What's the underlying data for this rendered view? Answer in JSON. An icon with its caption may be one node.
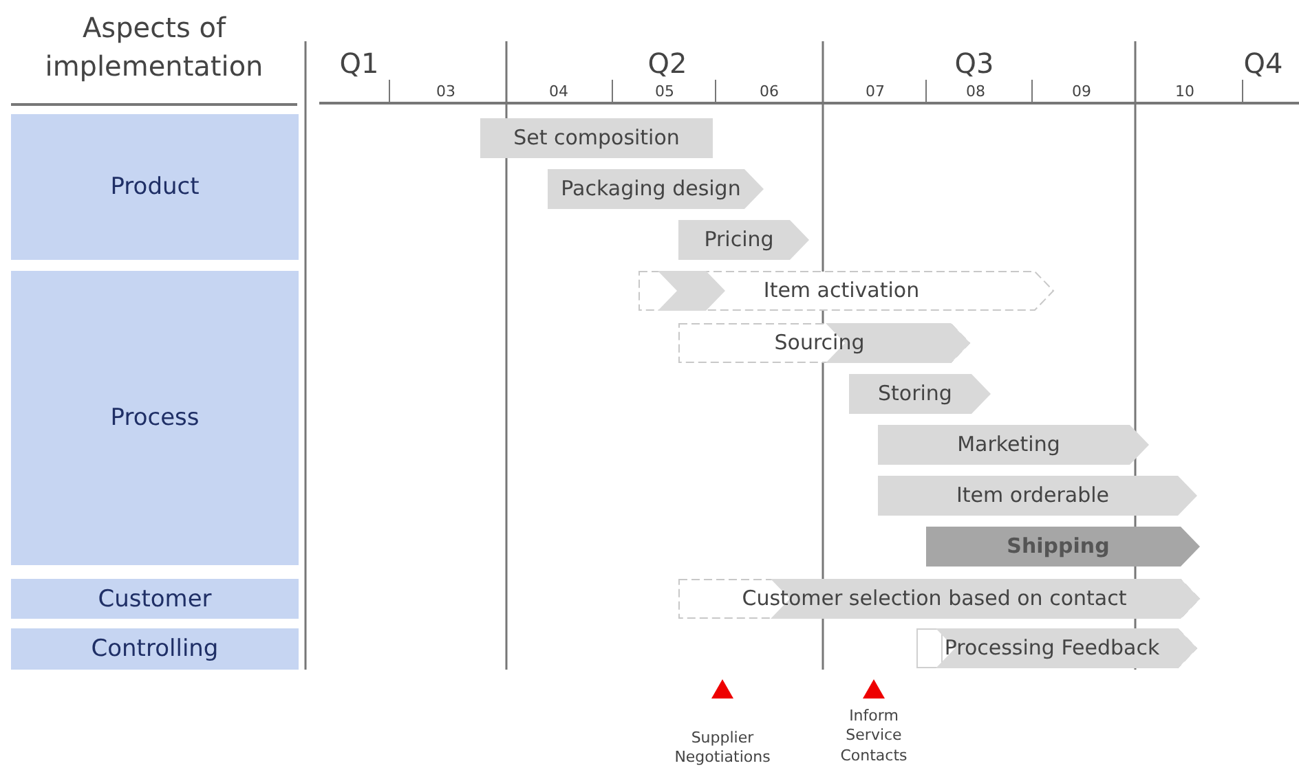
{
  "diagram": {
    "nodes": [
      {
        "text": [
          "Product"
        ]
      },
      {
        "text": [
          "Process"
        ]
      },
      {
        "text": [
          "Customer"
        ]
      },
      {
        "text": [
          "Controlling"
        ]
      },
      {
        "text": [
          "Set composition"
        ]
      },
      {
        "text": [
          "Packaging design"
        ]
      },
      {
        "text": [
          "Pricing"
        ]
      },
      {
        "text": [
          "Item activation"
        ]
      },
      {
        "text": [
          "Sourcing"
        ]
      },
      {
        "text": [
          "Storing"
        ]
      },
      {
        "text": [
          "Marketing"
        ]
      },
      {
        "text": [
          "Item orderable"
        ]
      },
      {
        "text": [
          "Shipping"
        ]
      },
      {
        "text": [
          "Customer selection based on contact"
        ]
      },
      {
        "text": [
          "Processing Feedback"
        ]
      }
    ],
    "edges": [],
    "labels": [
      "Aspects of implementation",
      "Q1",
      "Q2",
      "Q3",
      "Q4",
      "03",
      "04",
      "05",
      "06",
      "07",
      "08",
      "09",
      "10",
      "Supplier Negotiations",
      "Inform Service Contacts"
    ]
  }
}
